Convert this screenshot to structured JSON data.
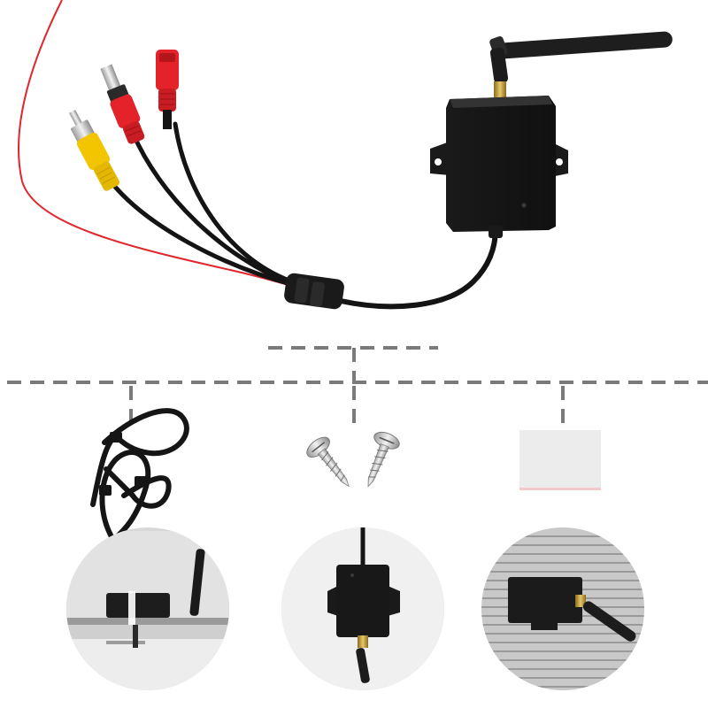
{
  "product": {
    "main_item": "wireless-transmitter-module",
    "accessories": [
      "cable-ties",
      "mounting-screws",
      "adhesive-pad"
    ],
    "install_views": [
      "mounted-under-edge",
      "module-with-antenna-down",
      "mounted-on-ribbed-surface"
    ]
  },
  "colors": {
    "module_body": "#1c1c1c",
    "cable": "#141414",
    "red_wire": "#e0262c",
    "rca_yellow": "#f2c500",
    "dc_red": "#e3222a",
    "dashed_line": "#7a7a7a",
    "adhesive_pad": "#ececec",
    "circle_bg": "#d9d9d9"
  }
}
